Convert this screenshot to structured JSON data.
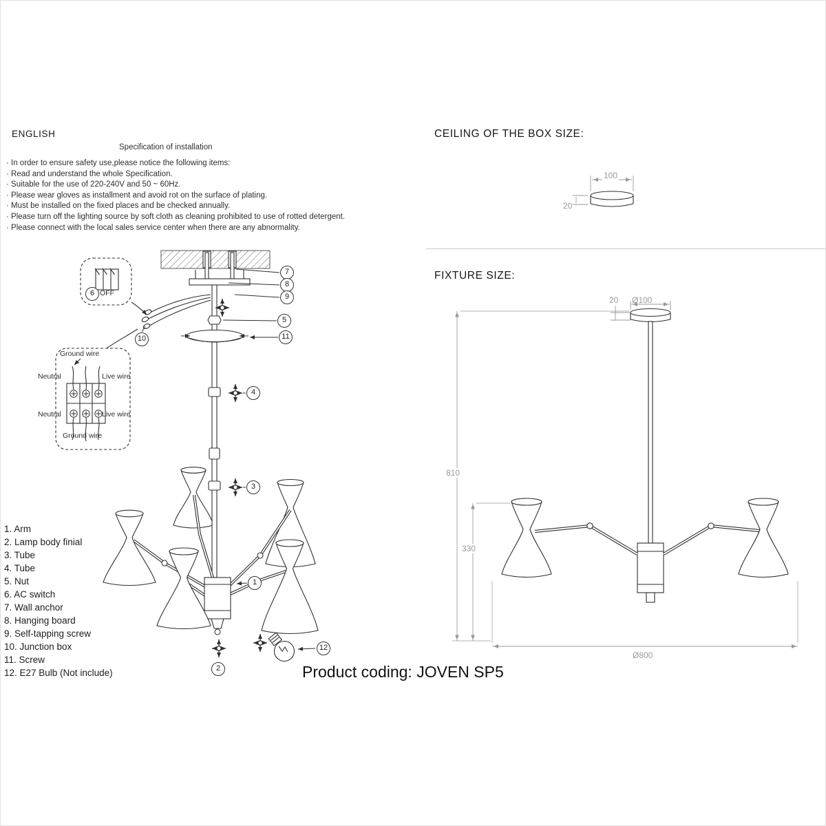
{
  "meta": {
    "line_color": "#2e2e2e",
    "dim_color": "#999999",
    "background": "#ffffff"
  },
  "left": {
    "language": "ENGLISH",
    "spec_title": "Specification of installation",
    "notes": [
      "· In order to ensure safety use,please notice the following items:",
      "· Read and understand the whole Specification.",
      "· Suitable for the use of 220-240V and 50 ~ 60Hz.",
      "· Please wear gloves as installment and avoid rot on the surface of plating.",
      "· Must be installed on the fixed places and be checked annually.",
      "· Please turn off the lighting source by soft cloth as cleaning prohibited to use of rotted detergent.",
      "· Please connect with the local sales service center when there are any abnormality."
    ],
    "parts": [
      "1. Arm",
      "2. Lamp body finial",
      "3. Tube",
      "4. Tube",
      "5. Nut",
      "6. AC switch",
      "7. Wall anchor",
      "8. Hanging board",
      "9. Self-tapping screw",
      "10. Junction box",
      "11. Screw",
      "12. E27 Bulb (Not include)"
    ]
  },
  "wiring": {
    "ground_top": "Ground wire",
    "neutral_top": "Neutral",
    "live_top": "Live wire",
    "neutral_bottom": "Neutral",
    "live_bottom": "Live wire",
    "ground_bottom": "Ground wire",
    "switch_state": "OFF"
  },
  "callouts": {
    "n1": "1",
    "n2": "2",
    "n3": "3",
    "n4": "4",
    "n5": "5",
    "n6": "6",
    "n7": "7",
    "n8": "8",
    "n9": "9",
    "n10": "10",
    "n11": "11",
    "n12": "12"
  },
  "ceiling_box": {
    "heading": "CEILING OF THE BOX SIZE:",
    "dim_diameter": "100",
    "dim_height": "20"
  },
  "fixture": {
    "heading": "FIXTURE SIZE:",
    "dim_canopy_height": "20",
    "dim_canopy_diameter": "Ø100",
    "dim_total_height": "810",
    "dim_body_height": "330",
    "dim_diameter": "Ø800"
  },
  "footer": {
    "product_coding": "Product coding: JOVEN SP5"
  }
}
